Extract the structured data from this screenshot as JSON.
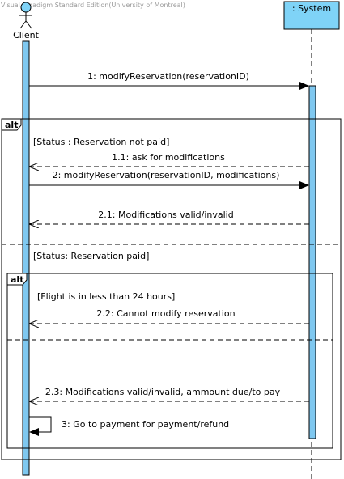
{
  "watermark": "Visual Paradigm Standard Edition(University of Montreal)",
  "lifelines": {
    "client": {
      "name": "Client"
    },
    "system": {
      "name": ": System"
    }
  },
  "outer_alt": {
    "label": "alt",
    "guard_1": "[Status : Reservation not paid]",
    "guard_2": "[Status: Reservation paid]"
  },
  "inner_alt": {
    "label": "alt",
    "guard_1": "[Flight is in less than 24 hours]"
  },
  "messages": [
    {
      "id": "m1",
      "label": "1: modifyReservation(reservationID)"
    },
    {
      "id": "m11",
      "label": "1.1: ask for modifications"
    },
    {
      "id": "m2",
      "label": "2: modifyReservation(reservationID, modifications)"
    },
    {
      "id": "m21",
      "label": "2.1: Modifications valid/invalid"
    },
    {
      "id": "m22",
      "label": "2.2: Cannot modify reservation"
    },
    {
      "id": "m23",
      "label": "2.3: Modifications valid/invalid, ammount due/to pay"
    },
    {
      "id": "m3",
      "label": "3: Go to payment for payment/refund"
    }
  ],
  "colors": {
    "activation": "#7fc8f0",
    "header_fill": "#7fd3f7",
    "line": "#000000"
  }
}
